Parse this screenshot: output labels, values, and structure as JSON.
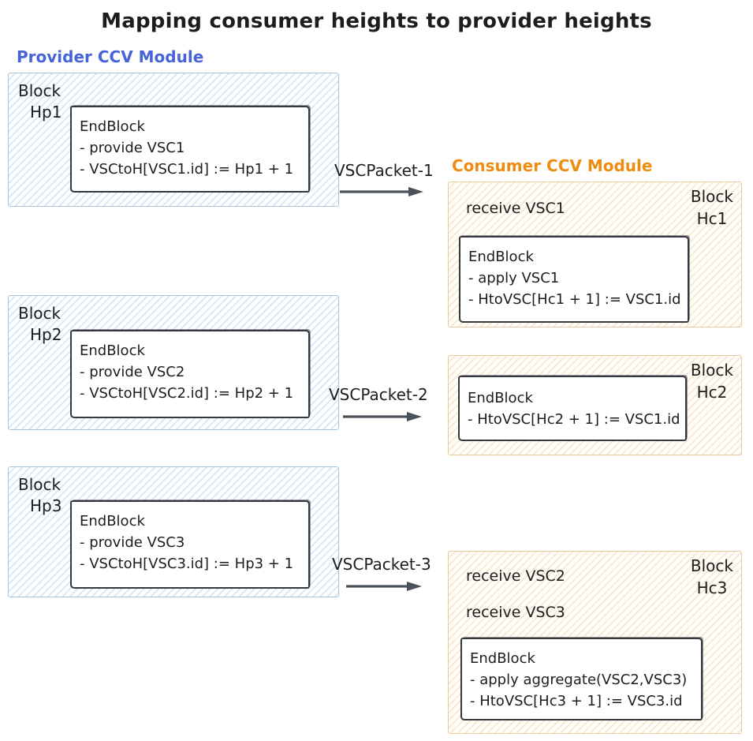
{
  "title": "Mapping consumer heights to provider heights",
  "provider_module": {
    "label": "Provider CCV Module",
    "accent_color": "#4763d9",
    "blocks": [
      {
        "name": "Block",
        "height_label": "Hp1",
        "endblock_title": "EndBlock",
        "endblock_lines": [
          "- provide VSC1",
          "- VSCtoH[VSC1.id] := Hp1 + 1"
        ]
      },
      {
        "name": "Block",
        "height_label": "Hp2",
        "endblock_title": "EndBlock",
        "endblock_lines": [
          "- provide VSC2",
          "- VSCtoH[VSC2.id] := Hp2 + 1"
        ]
      },
      {
        "name": "Block",
        "height_label": "Hp3",
        "endblock_title": "EndBlock",
        "endblock_lines": [
          "- provide VSC3",
          "- VSCtoH[VSC3.id] := Hp3 + 1"
        ]
      }
    ]
  },
  "consumer_module": {
    "label": "Consumer CCV Module",
    "accent_color": "#ec8c10",
    "blocks": [
      {
        "name": "Block",
        "height_label": "Hc1",
        "receive_lines": [
          "receive VSC1"
        ],
        "endblock_title": "EndBlock",
        "endblock_lines": [
          "- apply VSC1",
          "- HtoVSC[Hc1 + 1] := VSC1.id"
        ]
      },
      {
        "name": "Block",
        "height_label": "Hc2",
        "receive_lines": [],
        "endblock_title": "EndBlock",
        "endblock_lines": [
          "- HtoVSC[Hc2 + 1] := VSC1.id"
        ]
      },
      {
        "name": "Block",
        "height_label": "Hc3",
        "receive_lines": [
          "receive VSC2",
          "receive VSC3"
        ],
        "endblock_title": "EndBlock",
        "endblock_lines": [
          "- apply aggregate(VSC2,VSC3)",
          "- HtoVSC[Hc3 + 1] := VSC3.id"
        ]
      }
    ]
  },
  "packets": [
    {
      "label": "VSCPacket-1"
    },
    {
      "label": "VSCPacket-2"
    },
    {
      "label": "VSCPacket-3"
    }
  ],
  "colors": {
    "background": "#ffffff",
    "text": "#1d1d1d",
    "provider_block_border": "#a9c3dd",
    "provider_hatch": "#d3e2f1",
    "consumer_block_border": "#eac9a0",
    "consumer_hatch": "#f6e3ca",
    "inner_box_border": "#35383e",
    "arrow": "#4a515b"
  }
}
